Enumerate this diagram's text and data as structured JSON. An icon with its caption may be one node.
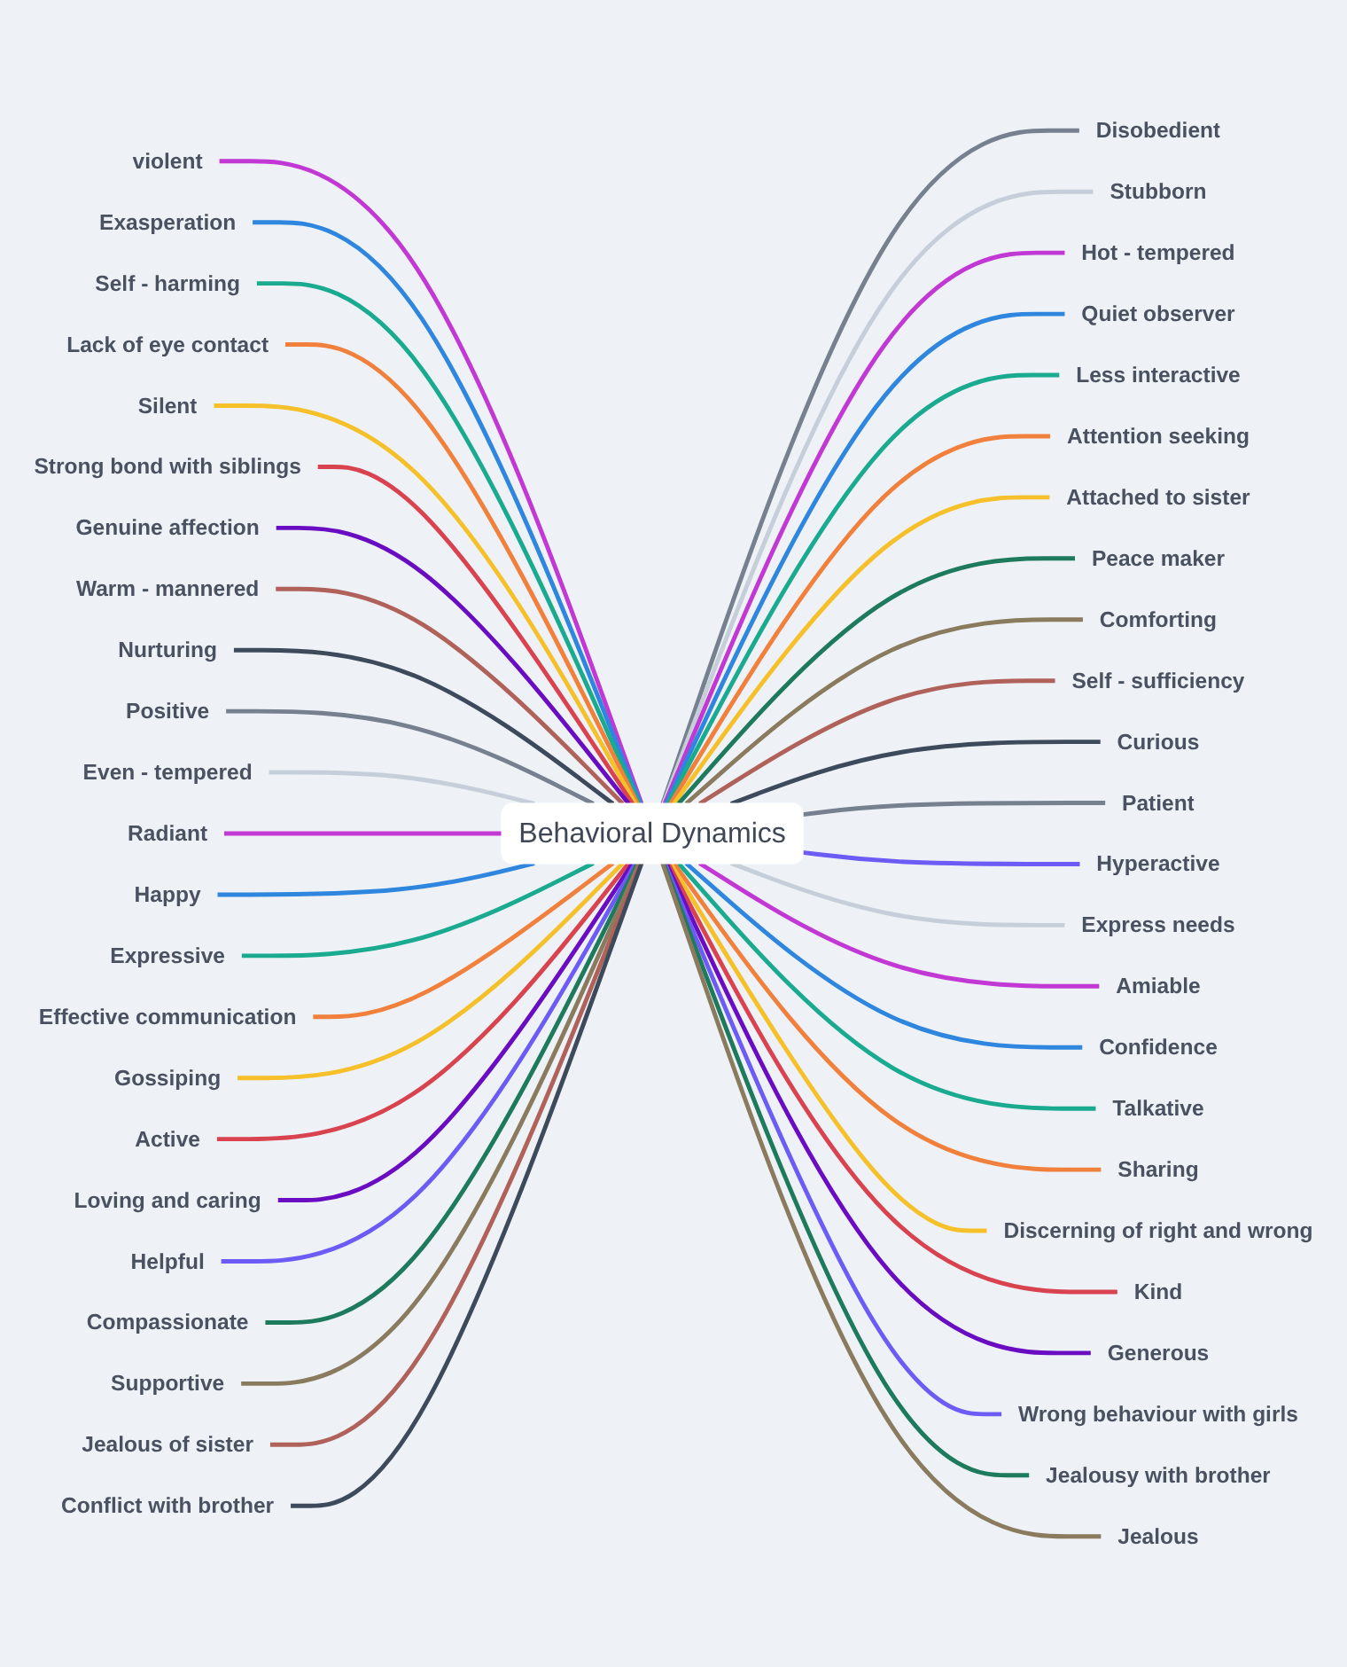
{
  "diagram": {
    "nodes": [
      {
        "text": [
          "Behavioral Dynamics"
        ]
      },
      {
        "text": [
          "violent"
        ]
      },
      {
        "text": [
          "Exasperation"
        ]
      },
      {
        "text": [
          "Self - harming"
        ]
      },
      {
        "text": [
          "Lack of eye contact"
        ]
      },
      {
        "text": [
          "Silent"
        ]
      },
      {
        "text": [
          "Strong bond with siblings"
        ]
      },
      {
        "text": [
          "Genuine affection"
        ]
      },
      {
        "text": [
          "Warm - mannered"
        ]
      },
      {
        "text": [
          "Nurturing"
        ]
      },
      {
        "text": [
          "Positive"
        ]
      },
      {
        "text": [
          "Even - tempered"
        ]
      },
      {
        "text": [
          "Radiant"
        ]
      },
      {
        "text": [
          "Happy"
        ]
      },
      {
        "text": [
          "Expressive"
        ]
      },
      {
        "text": [
          "Effective communication"
        ]
      },
      {
        "text": [
          "Gossiping"
        ]
      },
      {
        "text": [
          "Active"
        ]
      },
      {
        "text": [
          "Loving and caring"
        ]
      },
      {
        "text": [
          "Helpful"
        ]
      },
      {
        "text": [
          "Compassionate"
        ]
      },
      {
        "text": [
          "Supportive"
        ]
      },
      {
        "text": [
          "Jealous of sister"
        ]
      },
      {
        "text": [
          "Conflict with brother"
        ]
      },
      {
        "text": [
          "Disobedient"
        ]
      },
      {
        "text": [
          "Stubborn"
        ]
      },
      {
        "text": [
          "Hot - tempered"
        ]
      },
      {
        "text": [
          "Quiet observer"
        ]
      },
      {
        "text": [
          "Less interactive"
        ]
      },
      {
        "text": [
          "Attention seeking"
        ]
      },
      {
        "text": [
          "Attached to sister"
        ]
      },
      {
        "text": [
          "Peace maker"
        ]
      },
      {
        "text": [
          "Comforting"
        ]
      },
      {
        "text": [
          "Self - sufficiency"
        ]
      },
      {
        "text": [
          "Curious"
        ]
      },
      {
        "text": [
          "Patient"
        ]
      },
      {
        "text": [
          "Hyperactive"
        ]
      },
      {
        "text": [
          "Express needs"
        ]
      },
      {
        "text": [
          "Amiable"
        ]
      },
      {
        "text": [
          "Confidence"
        ]
      },
      {
        "text": [
          "Talkative"
        ]
      },
      {
        "text": [
          "Sharing"
        ]
      },
      {
        "text": [
          "Discerning of right and wrong"
        ]
      },
      {
        "text": [
          "Kind"
        ]
      },
      {
        "text": [
          "Generous"
        ]
      },
      {
        "text": [
          "Wrong behaviour with girls"
        ]
      },
      {
        "text": [
          "Jealousy with brother"
        ]
      },
      {
        "text": [
          "Jealous"
        ]
      }
    ],
    "edges": [
      {
        "from": 1,
        "to": 0,
        "arrow": "none",
        "color": "#c238d4"
      },
      {
        "from": 2,
        "to": 0,
        "arrow": "none",
        "color": "#2e86de"
      },
      {
        "from": 3,
        "to": 0,
        "arrow": "none",
        "color": "#1aaa8f"
      },
      {
        "from": 4,
        "to": 0,
        "arrow": "none",
        "color": "#f0803c"
      },
      {
        "from": 5,
        "to": 0,
        "arrow": "none",
        "color": "#f5c02a"
      },
      {
        "from": 6,
        "to": 0,
        "arrow": "none",
        "color": "#d9434f"
      },
      {
        "from": 7,
        "to": 0,
        "arrow": "none",
        "color": "#6a0dc2"
      },
      {
        "from": 8,
        "to": 0,
        "arrow": "none",
        "color": "#b0625a"
      },
      {
        "from": 9,
        "to": 0,
        "arrow": "none",
        "color": "#3d4a5c"
      },
      {
        "from": 10,
        "to": 0,
        "arrow": "none",
        "color": "#76808e"
      },
      {
        "from": 11,
        "to": 0,
        "arrow": "none",
        "color": "#c6cfd9"
      },
      {
        "from": 12,
        "to": 0,
        "arrow": "none",
        "color": "#c238d4"
      },
      {
        "from": 13,
        "to": 0,
        "arrow": "none",
        "color": "#2e86de"
      },
      {
        "from": 14,
        "to": 0,
        "arrow": "none",
        "color": "#1aaa8f"
      },
      {
        "from": 15,
        "to": 0,
        "arrow": "none",
        "color": "#f0803c"
      },
      {
        "from": 16,
        "to": 0,
        "arrow": "none",
        "color": "#f5c02a"
      },
      {
        "from": 17,
        "to": 0,
        "arrow": "none",
        "color": "#d9434f"
      },
      {
        "from": 18,
        "to": 0,
        "arrow": "none",
        "color": "#6a0dc2"
      },
      {
        "from": 19,
        "to": 0,
        "arrow": "none",
        "color": "#6c5cf5"
      },
      {
        "from": 20,
        "to": 0,
        "arrow": "none",
        "color": "#1e7a5c"
      },
      {
        "from": 21,
        "to": 0,
        "arrow": "none",
        "color": "#8a7a5e"
      },
      {
        "from": 22,
        "to": 0,
        "arrow": "none",
        "color": "#b0625a"
      },
      {
        "from": 23,
        "to": 0,
        "arrow": "none",
        "color": "#3d4a5c"
      },
      {
        "from": 0,
        "to": 24,
        "arrow": "none",
        "color": "#76808e"
      },
      {
        "from": 0,
        "to": 25,
        "arrow": "none",
        "color": "#c6cfd9"
      },
      {
        "from": 0,
        "to": 26,
        "arrow": "none",
        "color": "#c238d4"
      },
      {
        "from": 0,
        "to": 27,
        "arrow": "none",
        "color": "#2e86de"
      },
      {
        "from": 0,
        "to": 28,
        "arrow": "none",
        "color": "#1aaa8f"
      },
      {
        "from": 0,
        "to": 29,
        "arrow": "none",
        "color": "#f0803c"
      },
      {
        "from": 0,
        "to": 30,
        "arrow": "none",
        "color": "#f5c02a"
      },
      {
        "from": 0,
        "to": 31,
        "arrow": "none",
        "color": "#1e7a5c"
      },
      {
        "from": 0,
        "to": 32,
        "arrow": "none",
        "color": "#8a7a5e"
      },
      {
        "from": 0,
        "to": 33,
        "arrow": "none",
        "color": "#b0625a"
      },
      {
        "from": 0,
        "to": 34,
        "arrow": "none",
        "color": "#3d4a5c"
      },
      {
        "from": 0,
        "to": 35,
        "arrow": "none",
        "color": "#76808e"
      },
      {
        "from": 0,
        "to": 36,
        "arrow": "none",
        "color": "#6c5cf5"
      },
      {
        "from": 0,
        "to": 37,
        "arrow": "none",
        "color": "#c6cfd9"
      },
      {
        "from": 0,
        "to": 38,
        "arrow": "none",
        "color": "#c238d4"
      },
      {
        "from": 0,
        "to": 39,
        "arrow": "none",
        "color": "#2e86de"
      },
      {
        "from": 0,
        "to": 40,
        "arrow": "none",
        "color": "#1aaa8f"
      },
      {
        "from": 0,
        "to": 41,
        "arrow": "none",
        "color": "#f0803c"
      },
      {
        "from": 0,
        "to": 42,
        "arrow": "none",
        "color": "#f5c02a"
      },
      {
        "from": 0,
        "to": 43,
        "arrow": "none",
        "color": "#d9434f"
      },
      {
        "from": 0,
        "to": 44,
        "arrow": "none",
        "color": "#6a0dc2"
      },
      {
        "from": 0,
        "to": 45,
        "arrow": "none",
        "color": "#6c5cf5"
      },
      {
        "from": 0,
        "to": 46,
        "arrow": "none",
        "color": "#1e7a5c"
      },
      {
        "from": 0,
        "to": 47,
        "arrow": "none",
        "color": "#8a7a5e"
      }
    ]
  }
}
